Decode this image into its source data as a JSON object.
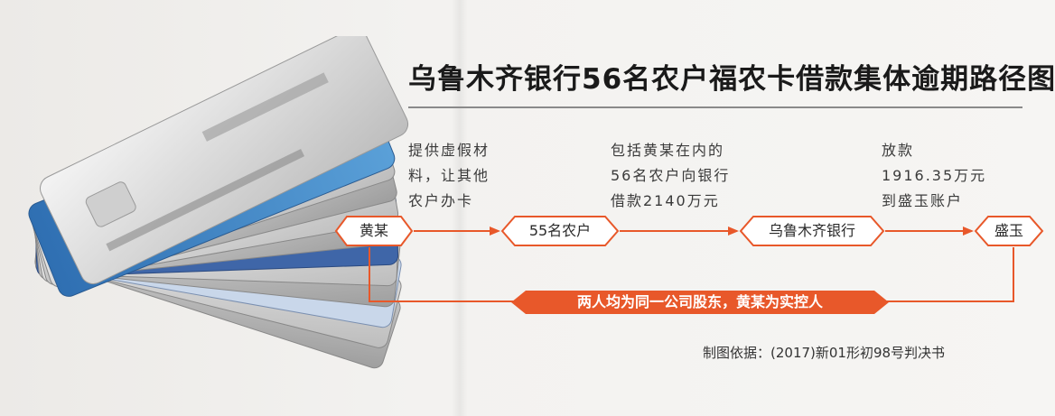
{
  "title": "乌鲁木齐银行56名农户福农卡借款集体逾期路径图",
  "nodes": {
    "huangmou": "黄某",
    "farmers": "55名农户",
    "bank": "乌鲁木齐银行",
    "shengyu": "盛玉"
  },
  "notes": {
    "step1": [
      "提供虚假材",
      "料，让其他",
      "农户办卡"
    ],
    "step2": [
      "包括黄某在内的",
      "56名农户向银行",
      "借款2140万元"
    ],
    "step3": [
      "放款",
      "1916.35万元",
      "到盛玉账户"
    ]
  },
  "relation": "两人均为同一公司股东，黄某为实控人",
  "source": "制图依据：(2017)新01形初98号判决书",
  "colors": {
    "accent": "#e8582a",
    "title": "#1a1a1a",
    "text": "#333333"
  }
}
